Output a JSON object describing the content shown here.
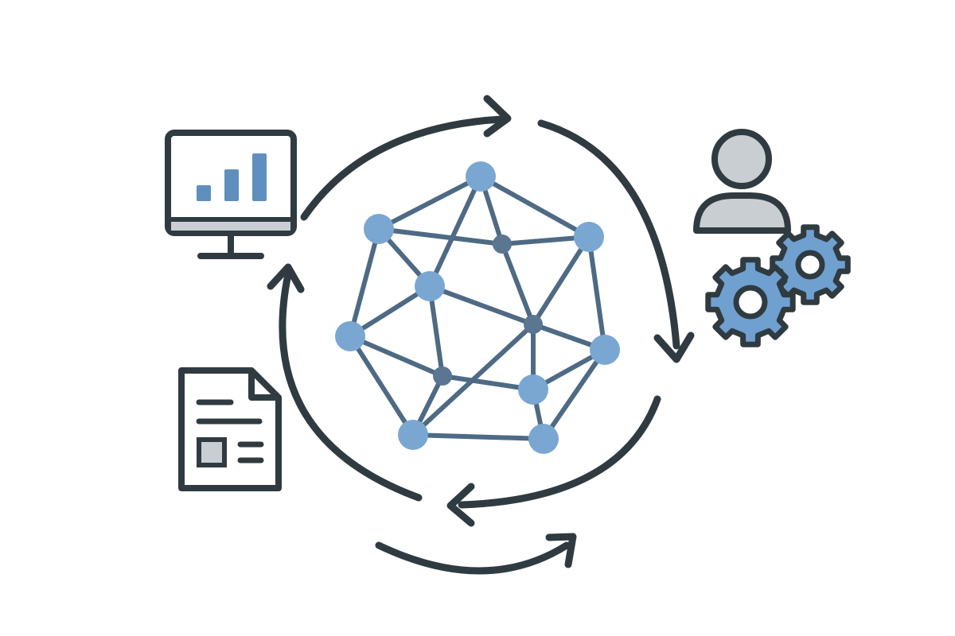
{
  "colors": {
    "background": "#ffffff",
    "dark_outline": "#2f3b40",
    "network_edge": "#4e6a84",
    "node_light": "#7aa7d2",
    "node_dark": "#5b7690",
    "chart_bar": "#5f8fbc",
    "person_fill": "#c9ced3",
    "gear_fill": "#6fa0d0",
    "doc_image_fill": "#c9ced3",
    "monitor_base_fill": "#c9ced3"
  },
  "icons": {
    "monitor": "monitor-chart-icon",
    "document": "document-icon",
    "person": "user-icon",
    "gears": "gears-icon",
    "network": "network-graph-icon",
    "cycle": "cycle-arrows-icon"
  },
  "network": {
    "nodes": [
      {
        "id": "n1",
        "kind": "big"
      },
      {
        "id": "n2",
        "kind": "big"
      },
      {
        "id": "n3",
        "kind": "big"
      },
      {
        "id": "n4",
        "kind": "small"
      },
      {
        "id": "n5",
        "kind": "big"
      },
      {
        "id": "n6",
        "kind": "big"
      },
      {
        "id": "n7",
        "kind": "small"
      },
      {
        "id": "n8",
        "kind": "big"
      },
      {
        "id": "n9",
        "kind": "small"
      },
      {
        "id": "n10",
        "kind": "big"
      },
      {
        "id": "n11",
        "kind": "big"
      },
      {
        "id": "n12",
        "kind": "big"
      }
    ],
    "edges": [
      [
        "n1",
        "n2"
      ],
      [
        "n1",
        "n3"
      ],
      [
        "n1",
        "n5"
      ],
      [
        "n1",
        "n4"
      ],
      [
        "n2",
        "n4"
      ],
      [
        "n4",
        "n3"
      ],
      [
        "n2",
        "n5"
      ],
      [
        "n2",
        "n6"
      ],
      [
        "n3",
        "n7"
      ],
      [
        "n3",
        "n8"
      ],
      [
        "n4",
        "n7"
      ],
      [
        "n5",
        "n7"
      ],
      [
        "n5",
        "n6"
      ],
      [
        "n5",
        "n9"
      ],
      [
        "n6",
        "n9"
      ],
      [
        "n6",
        "n11"
      ],
      [
        "n7",
        "n8"
      ],
      [
        "n7",
        "n10"
      ],
      [
        "n9",
        "n10"
      ],
      [
        "n8",
        "n10"
      ],
      [
        "n8",
        "n12"
      ],
      [
        "n9",
        "n11"
      ],
      [
        "n10",
        "n12"
      ],
      [
        "n11",
        "n12"
      ],
      [
        "n11",
        "n7"
      ]
    ]
  }
}
